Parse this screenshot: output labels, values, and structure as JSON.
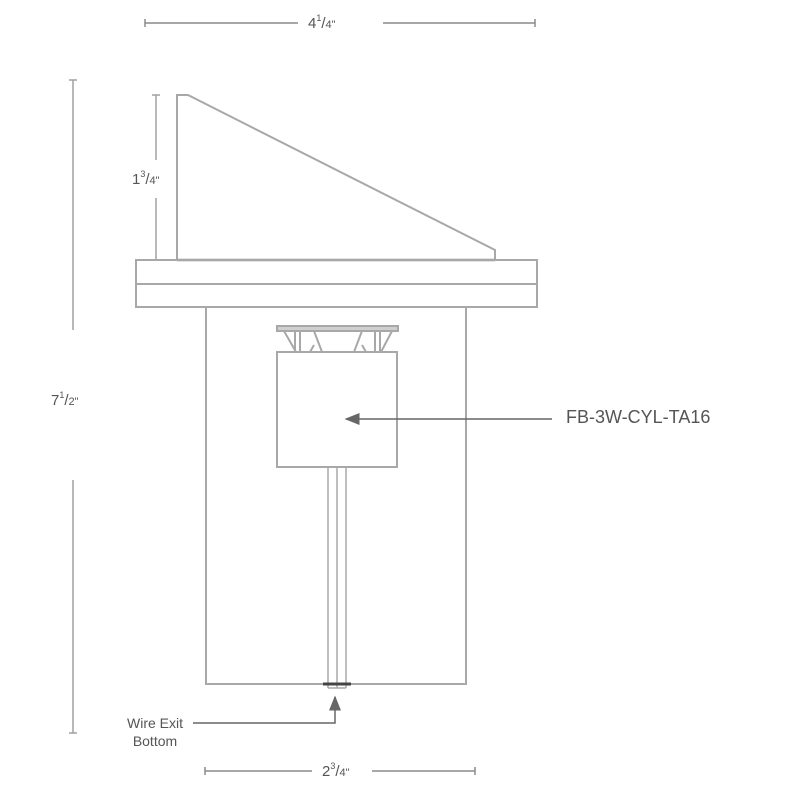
{
  "drawing": {
    "type": "technical-elevation",
    "line_color": "#a8a8a8",
    "arrow_color": "#666666",
    "text_color": "#555555"
  },
  "dimensions": {
    "top_width": {
      "whole": "4",
      "num": "1",
      "den": "4\"",
      "label": "4 1/4\""
    },
    "shade_height": {
      "whole": "1",
      "num": "3",
      "den": "4\"",
      "label": "1 3/4\""
    },
    "overall_height": {
      "whole": "7",
      "num": "1",
      "den": "2\"",
      "label": "7 1/2\""
    },
    "base_width": {
      "whole": "2",
      "num": "3",
      "den": "4\"",
      "label": "2 3/4\""
    }
  },
  "callouts": {
    "lamp_model": "FB-3W-CYL-TA16",
    "wire_exit_line1": "Wire Exit",
    "wire_exit_line2": "Bottom"
  }
}
